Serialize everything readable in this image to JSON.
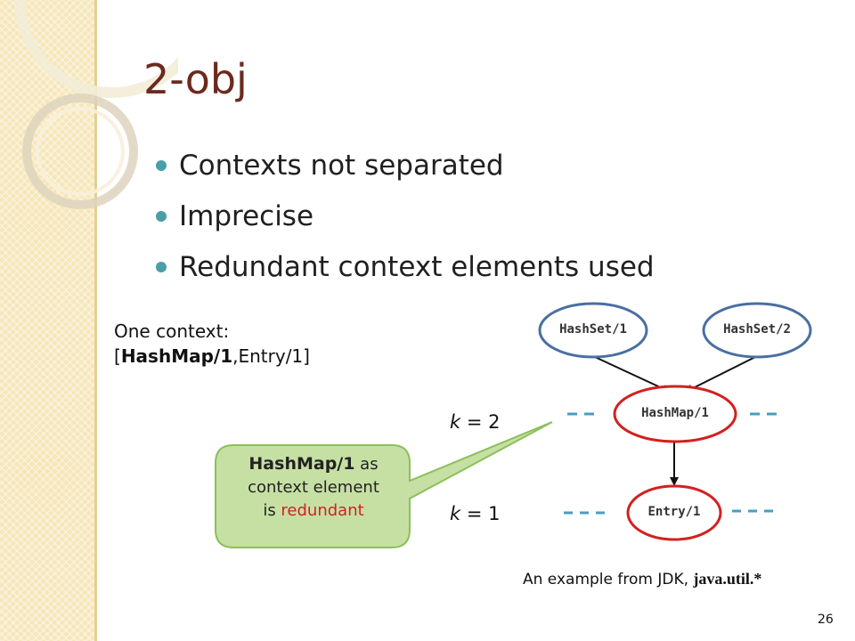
{
  "slide": {
    "title": "2-obj",
    "bullets": [
      "Contexts not separated",
      "Imprecise",
      "Redundant context elements used"
    ],
    "context_note": {
      "line1": "One context:",
      "open_bracket": "[",
      "bold_part": "HashMap/1",
      "rest": ",Entry/1]"
    },
    "nodes": {
      "hashset1": "HashSet/1",
      "hashset2": "HashSet/2",
      "hashmap1": "HashMap/1",
      "entry1": "Entry/1"
    },
    "k_labels": {
      "k2_var": "k",
      "k2_rest": " = 2",
      "k1_var": "k",
      "k1_rest": " = 1"
    },
    "callout": {
      "bold": "HashMap/1",
      "line1_rest": " as",
      "line2": "context element",
      "line3_prefix": "is ",
      "line3_red": "redundant"
    },
    "example": {
      "prefix": "An example from JDK, ",
      "bold": "java.util.*"
    },
    "page_number": "26"
  },
  "colors": {
    "title": "#6b2a1e",
    "bullet": "#4a9ea8",
    "node_blue": "#4a6fa0",
    "node_red": "#d42020",
    "dash_blue": "#4a9ec0",
    "callout_fill": "#c6e0a4",
    "callout_stroke": "#8cbf5a",
    "band": "#f6e6b8"
  }
}
